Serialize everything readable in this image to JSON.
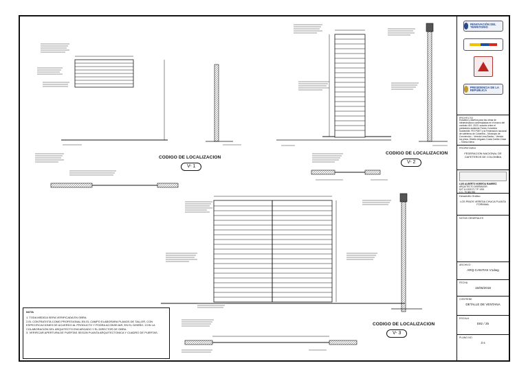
{
  "views": {
    "v1": {
      "code_title": "CODIGO DE LOCALIZACION",
      "tag": "V- 1"
    },
    "v2": {
      "code_title": "CODIGO DE LOCALIZACION",
      "tag": "V- 2"
    },
    "v3": {
      "code_title": "CODIGO DE LOCALIZACION",
      "tag": "V- 3"
    }
  },
  "notes": {
    "title": "NOTA",
    "lines": [
      "1. TODA MEDIDA SERA VERIFICADA EN OBRA.",
      "2.EL CONTRATISTA COMO PROFESIONAL EN EL CAMPO ELABORARA PLANOS DE TALLER, CON ESPECIFICACIONES DE ACUERDO AL PRODUCTO Y PODRA ACONSEJAR, EN EL DISEÑO, CON LA COLABORACIÓN DEL ARQUITECTO ENCARGADO Y EL DIRECTOR DE OBRA.",
      "3. VERIFICAR APERTURA DE PUERTAS SEGÚN PLANTA ARQUITECTONICA Y CUADRO DE PUERTAS."
    ]
  },
  "title_block": {
    "logo1": "RENOVACIÓN DEL TERRITORIO",
    "logo4": "PRESIDENCIA DE LA REPÚBLICA",
    "project_label": "PROYECTO",
    "project_text": "Estudios y diseños para las obras de infraestructura contempladas en el marco del contrato 401 -2020, suscrito entre el prestatario asistente Fondo Colombia Sostenible. PIS PDET y la Federación nacional de cafeteros de Colombia – Municipio de Convención – Vereda Lima Bonita – Vereda los pinos. Distrito Ariguaní-Costa Caribe-Cesar – Tolima-Neiva",
    "owner_label": "PROPIETARIO",
    "owner_value": "FEDERACION NACIONAL DE CAFETEROS DE COLOMBIA",
    "signer_name": "LUIS ALBERTO NORIEGA RAMIREZ",
    "signer_role": "ARQUITECTO DISEÑADOR",
    "signer_id": "M.P. A-1002171 T.P. 1315",
    "signer_cc": "C.C. 79.384.930",
    "designer_label": "Desarrollo Grafico",
    "designer_value": "LOS PINOS VEREDA CHUCA PLANTA FORMAAL",
    "gen_notes_label": "NOTAS GENERALES",
    "file_label": "ARCHIVO",
    "file_value": "ARQ-CANITAS V1dwg",
    "date_label": "FECHA",
    "date_value": "15/06/2018",
    "content_label": "CONTIENE",
    "content_value": "DETALLE DE VENTANA",
    "scale_label": "ESCALA",
    "scale_value": "E82 / 25",
    "sheet_label": "PLANO No.",
    "sheet_value": "3 s"
  }
}
